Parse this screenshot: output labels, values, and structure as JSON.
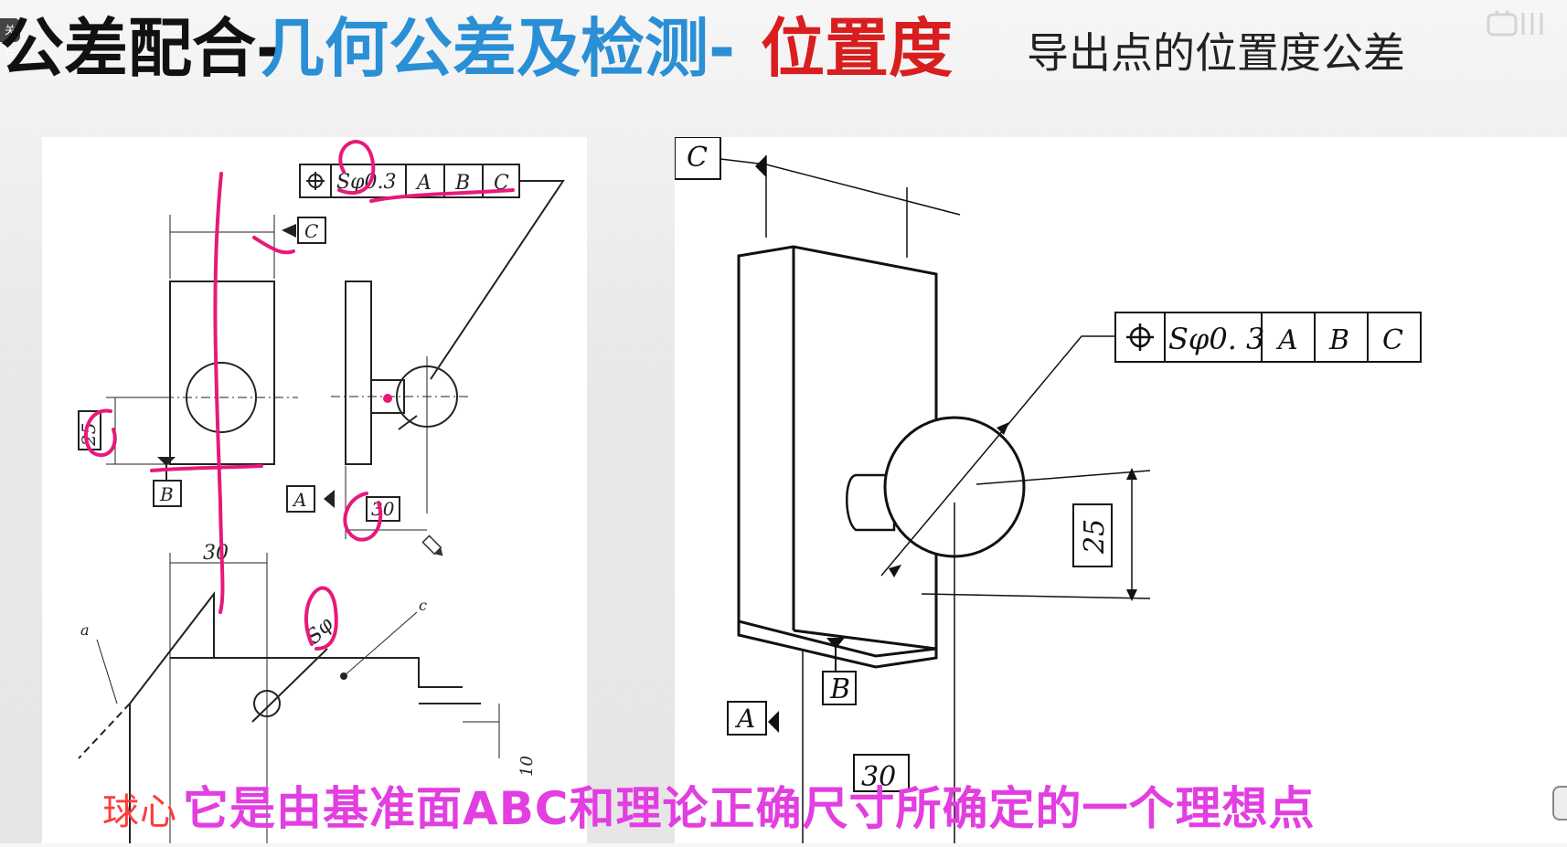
{
  "header": {
    "title_part1": "公差配合-",
    "title_part2": "几何公差及检测-",
    "title_part3": "位置度",
    "subtitle": "导出点的位置度公差",
    "follow_badge": "关注"
  },
  "left_drawing": {
    "frame_symbol_text": "Sφ0.3",
    "datum_a": "A",
    "datum_b": "B",
    "datum_c": "C",
    "dim_25": "25",
    "dim_30": "30",
    "dim_30_top": "30",
    "sphere_label": "Sφ",
    "leader_a": "a",
    "leader_c": "c",
    "dim_small": "10"
  },
  "right_drawing": {
    "frame_symbol_text": "Sφ0. 3",
    "datum_a": "A",
    "datum_b": "B",
    "datum_c": "C",
    "dim_25": "25",
    "dim_30": "30"
  },
  "caption": {
    "prefix": "球心",
    "text": "它是由基准面ABC和理论正确尺寸所确定的一个理想点"
  },
  "colors": {
    "title_blue": "#2a8fd4",
    "title_red": "#d81e1e",
    "annotation_pink": "#e8197a",
    "caption_magenta": "#e23ee0"
  }
}
